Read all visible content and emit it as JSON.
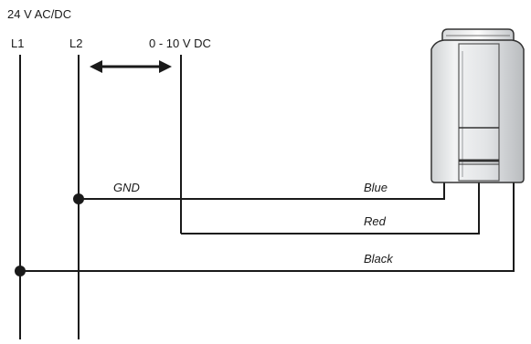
{
  "supply_label": "24 V AC/DC",
  "terminals": {
    "l1": "L1",
    "l2": "L2",
    "signal": "0 - 10 V DC"
  },
  "wires": {
    "gnd": "GND",
    "blue": "Blue",
    "red": "Red",
    "black": "Black"
  }
}
